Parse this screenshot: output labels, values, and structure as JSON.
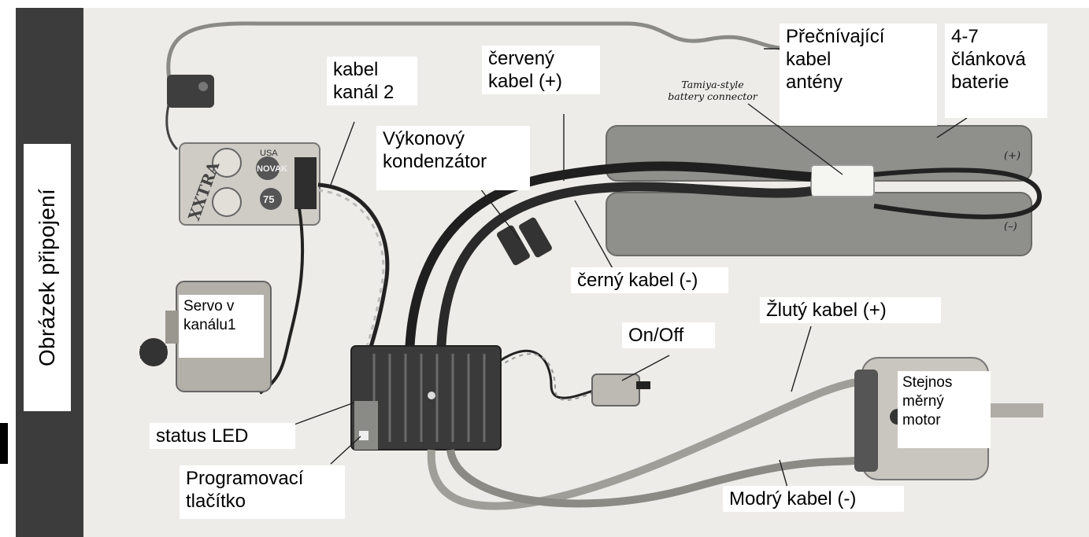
{
  "sidebar": {
    "title": "Obrázek připojení"
  },
  "labels": {
    "receiver_channel2_cable": "kabel\nkanál 2",
    "red_cable": "červený\nkabel (+)",
    "antenna_cable": "Přečnívající\nkabel\nantény",
    "battery": "4-7\nčlánková\nbaterie",
    "power_capacitor": "Výkonový\nkondenzátor",
    "black_cable": "černý kabel (-)",
    "yellow_cable": "Žlutý kabel (+)",
    "on_off": "On/Off",
    "servo": "Servo v\nkanálu1",
    "motor": "Stejnos\nměrný\nmotor",
    "status_led": "status LED",
    "program_button": "Programovací\ntlačítko",
    "blue_cable": "Modrý kabel (-)"
  },
  "photo_text": {
    "battery_connector": "Tamiya-style\nbattery connector",
    "battery_plus": "(+)",
    "battery_minus": "(–)",
    "receiver_brand": "NOVAK",
    "receiver_model": "XXTRA",
    "receiver_country": "USA",
    "receiver_freq": "75"
  },
  "colors": {
    "sidebar": "#3c3c3c",
    "label_bg": "#ffffff",
    "photo_bg": "#eeece8"
  }
}
